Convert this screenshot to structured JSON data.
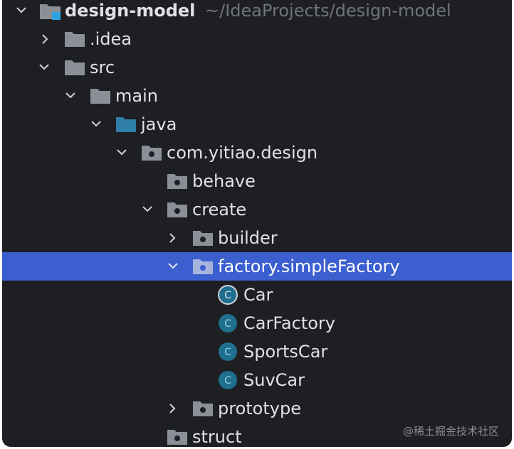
{
  "project": {
    "name": "design-model",
    "path": "~/IdeaProjects/design-model"
  },
  "tree": {
    "idea": ".idea",
    "src": "src",
    "main": "main",
    "java": "java",
    "package": "com.yitiao.design",
    "behave": "behave",
    "create": "create",
    "builder": "builder",
    "factory": "factory.simpleFactory",
    "classes": [
      "Car",
      "CarFactory",
      "SportsCar",
      "SuvCar"
    ],
    "prototype": "prototype",
    "struct": "struct"
  },
  "watermark": "@稀土掘金技术社区",
  "colors": {
    "background": "#1e1f22",
    "selection": "#3b5fcf",
    "text": "#dfe1e5",
    "path_text": "#6f737a",
    "folder": "#8b8f97",
    "source_folder": "#2f7fa8",
    "class_icon": "#1f6f8f"
  },
  "icons": {
    "chevron_right": "chevron-right-icon",
    "chevron_down": "chevron-down-icon",
    "folder": "folder-icon",
    "package": "package-icon",
    "class": "class-icon"
  }
}
